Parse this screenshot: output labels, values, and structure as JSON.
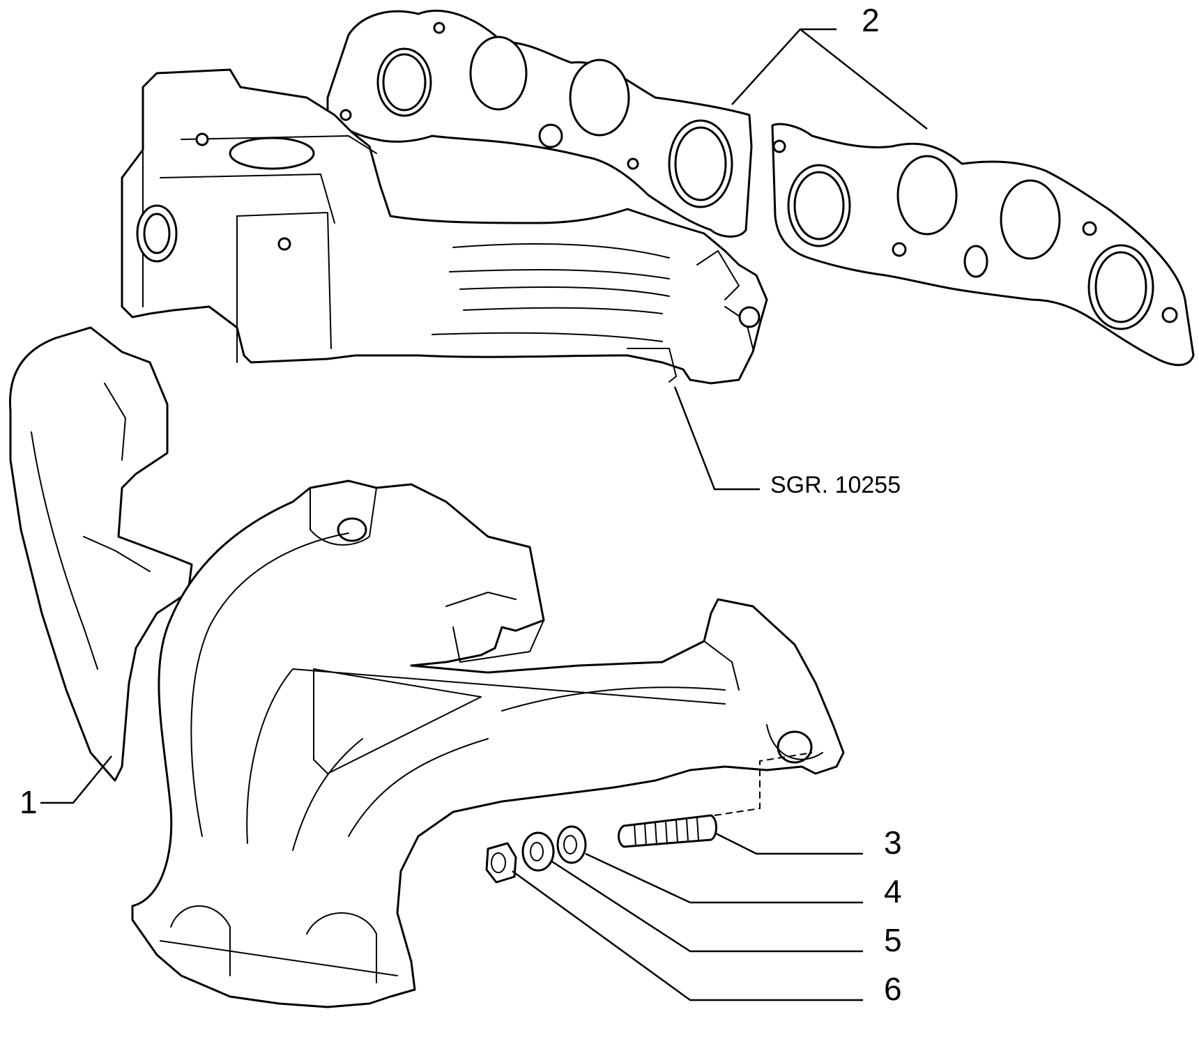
{
  "callouts": [
    {
      "number": "1"
    },
    {
      "number": "2"
    },
    {
      "number": "3"
    },
    {
      "number": "4"
    },
    {
      "number": "5"
    },
    {
      "number": "6"
    }
  ],
  "reference": {
    "label": "SGR. 10255"
  },
  "colors": {
    "line": "#000000",
    "background": "#ffffff"
  }
}
